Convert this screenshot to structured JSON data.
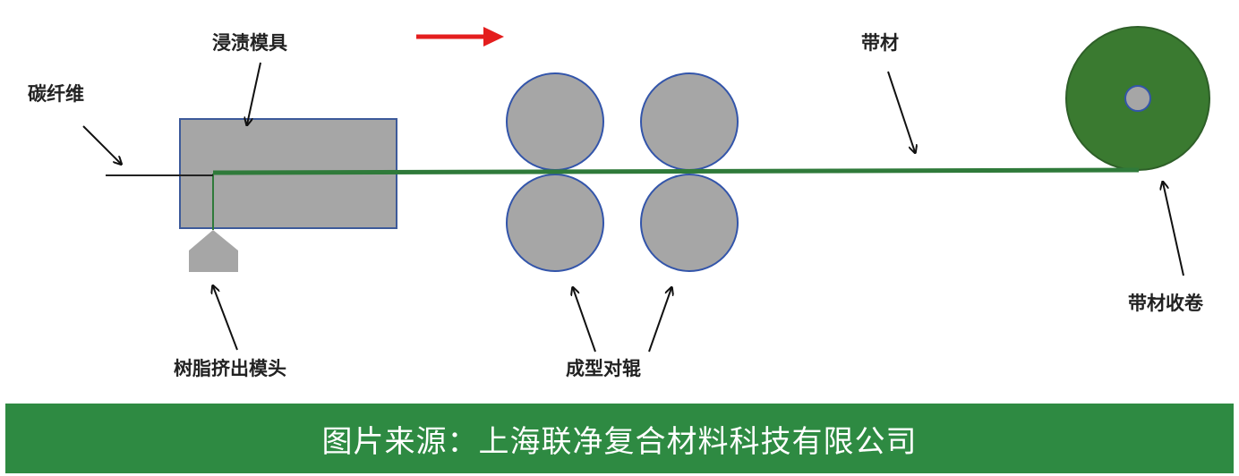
{
  "labels": {
    "carbon_fiber": "碳纤维",
    "impregnation_die": "浸渍模具",
    "resin_extrusion_head": "树脂挤出模头",
    "forming_rollers": "成型对辊",
    "tape": "带材",
    "tape_winding": "带材收卷"
  },
  "footer": {
    "source": "图片来源：上海联净复合材料科技有限公司"
  },
  "colors": {
    "die_fill": "#a6a6a6",
    "die_stroke": "#3d5a9a",
    "roller_fill": "#a6a6a6",
    "roller_stroke": "#3355aa",
    "tape_line": "#2f7a3a",
    "winding_fill": "#3a7a30",
    "direction_arrow": "#e41e1e",
    "footer_bg": "#2e8a42"
  },
  "icons": {
    "direction": "red-arrow-right-icon"
  }
}
